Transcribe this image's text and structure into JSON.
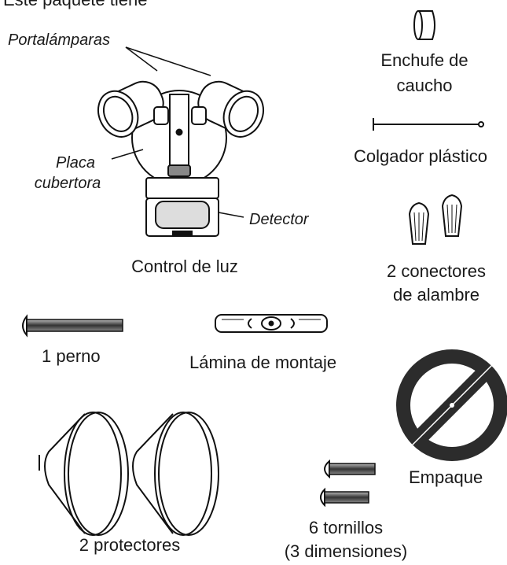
{
  "header_fragment": "Este paquete tiene",
  "labels": {
    "portalamparas": "Portalámparas",
    "placa_cubertora_line1": "Placa",
    "placa_cubertora_line2": "cubertora",
    "detector": "Detector",
    "control_de_luz": "Control de luz",
    "enchufe_line1": "Enchufe de",
    "enchufe_line2": "caucho",
    "colgador": "Colgador plástico",
    "conectores_line1": "2 conectores",
    "conectores_line2": "de alambre",
    "perno": "1 perno",
    "lamina": "Lámina de montaje",
    "empaque": "Empaque",
    "protectores": "2 protectores",
    "tornillos_line1": "6 tornillos",
    "tornillos_line2": "(3 dimensiones)"
  }
}
